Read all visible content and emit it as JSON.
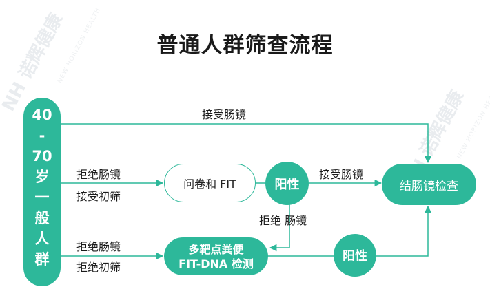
{
  "title": "普通人群筛查流程",
  "watermark": {
    "brand": "诺辉健康",
    "brand_en": "NEW HORIZON HEALTH",
    "logo_text": "NH"
  },
  "age_group": [
    "40",
    "-",
    "70",
    "岁",
    "一",
    "般",
    "人",
    "群"
  ],
  "nodes": {
    "questionnaire": "问卷和 FIT",
    "positive_1": "阳性",
    "colonoscopy": "结肠镜检查",
    "multi_target_line1": "多靶点粪便",
    "multi_target_line2": "FIT-DNA 检测",
    "positive_2": "阳性"
  },
  "labels": {
    "accept_colonoscopy_top": "接受肠镜",
    "refuse_colonoscopy_1": "拒绝肠镜",
    "accept_initial_screen": "接受初筛",
    "accept_colonoscopy_mid": "接受肠镜",
    "refuse_colonoscopy_mid": "拒绝 肠镜",
    "refuse_colonoscopy_2": "拒绝肠镜",
    "refuse_initial_screen": "拒绝初筛"
  },
  "colors": {
    "accent": "#2db89a",
    "line": "#2db89a"
  }
}
